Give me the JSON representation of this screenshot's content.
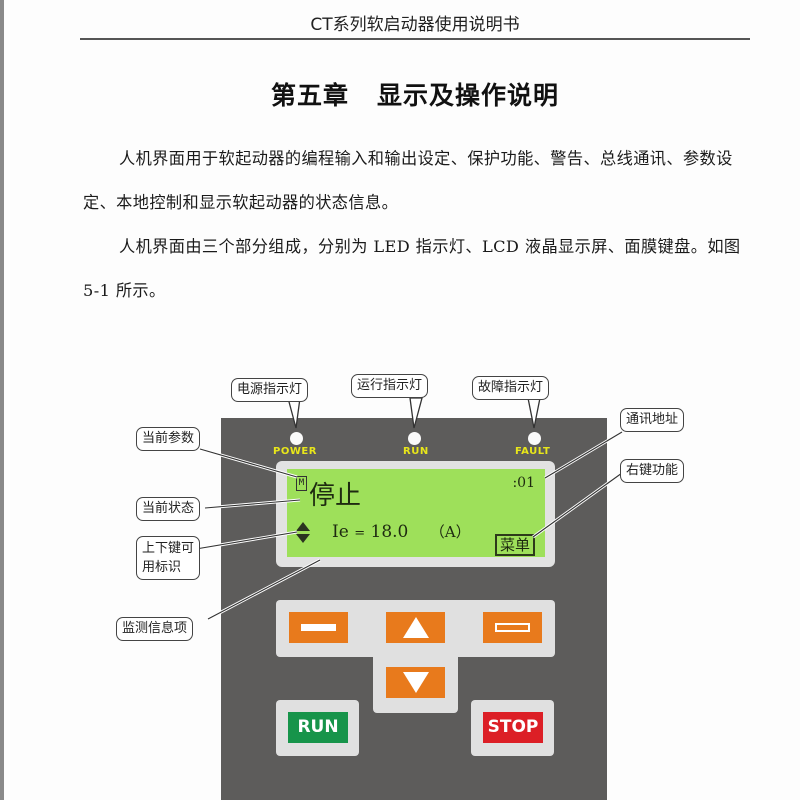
{
  "page": {
    "running_head": "CT系列软启动器使用说明书",
    "chapter": {
      "number": "第五章",
      "title": "显示及操作说明"
    },
    "paragraphs": [
      "人机界面用于软起动器的编程输入和输出设定、保护功能、警告、总线通讯、参数设定、本地控制和显示软起动器的状态信息。",
      "人机界面由三个部分组成，分别为 LED 指示灯、LCD 液晶显示屏、面膜键盘。如图 5-1 所示。"
    ]
  },
  "figure": {
    "colors": {
      "panel": "#5d5c5b",
      "lcd": "#9ee05a",
      "keys": "#e87a1c",
      "run": "#17944a",
      "stop": "#dc1f26",
      "led_label": "#e8e61a"
    },
    "leds": [
      {
        "label": "POWER"
      },
      {
        "label": "RUN"
      },
      {
        "label": "FAULT"
      }
    ],
    "lcd": {
      "param_marker": "M",
      "status": "停止",
      "address": ":01",
      "monitor_name": "Ie",
      "monitor_eq": "=",
      "monitor_value": "18.0",
      "monitor_unit": "（A）",
      "menu_label": "菜单"
    },
    "keys": {
      "left": "minus-bar-icon",
      "up": "up-arrow-icon",
      "right": "hollow-bar-icon",
      "down": "down-arrow-icon",
      "run": "RUN",
      "stop": "STOP"
    },
    "callouts": {
      "power_led": "电源指示灯",
      "run_led": "运行指示灯",
      "fault_led": "故障指示灯",
      "current_param": "当前参数",
      "current_status": "当前状态",
      "updown_mark_line1": "上下键可",
      "updown_mark_line2": "用标识",
      "monitor_item": "监测信息项",
      "comm_address": "通讯地址",
      "right_key_function": "右键功能"
    }
  }
}
